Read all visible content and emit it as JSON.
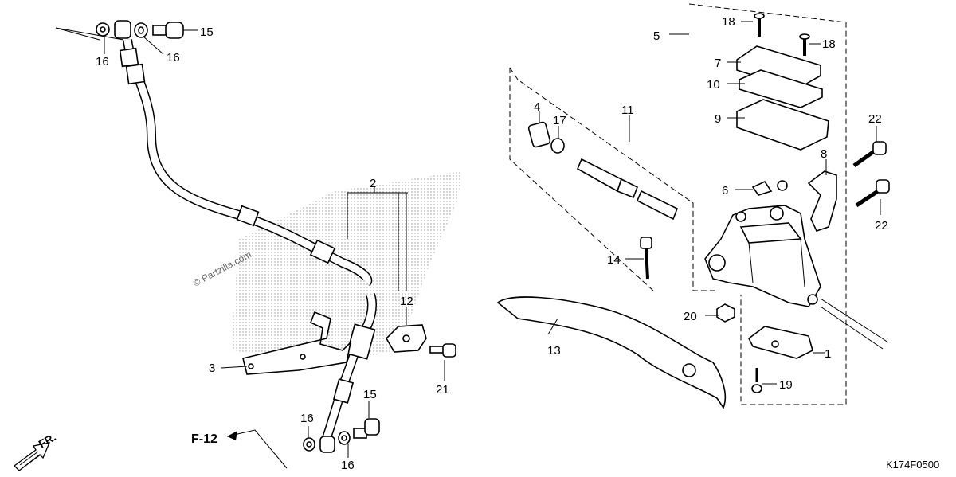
{
  "labels": {
    "p1": "1",
    "p2": "2",
    "p3": "3",
    "p4": "4",
    "p5": "5",
    "p6": "6",
    "p7": "7",
    "p8": "8",
    "p9": "9",
    "p10": "10",
    "p11": "11",
    "p12": "12",
    "p13": "13",
    "p14": "14",
    "p15a": "15",
    "p15b": "15",
    "p16a": "16",
    "p16b": "16",
    "p16c": "16",
    "p16d": "16",
    "p17": "17",
    "p18a": "18",
    "p18b": "18",
    "p19": "19",
    "p20": "20",
    "p21": "21",
    "p22a": "22",
    "p22b": "22"
  },
  "watermark": "© Partzilla.com",
  "ref_label": "F-12",
  "direction_label": "FR.",
  "diagram_code": "K174F0500"
}
